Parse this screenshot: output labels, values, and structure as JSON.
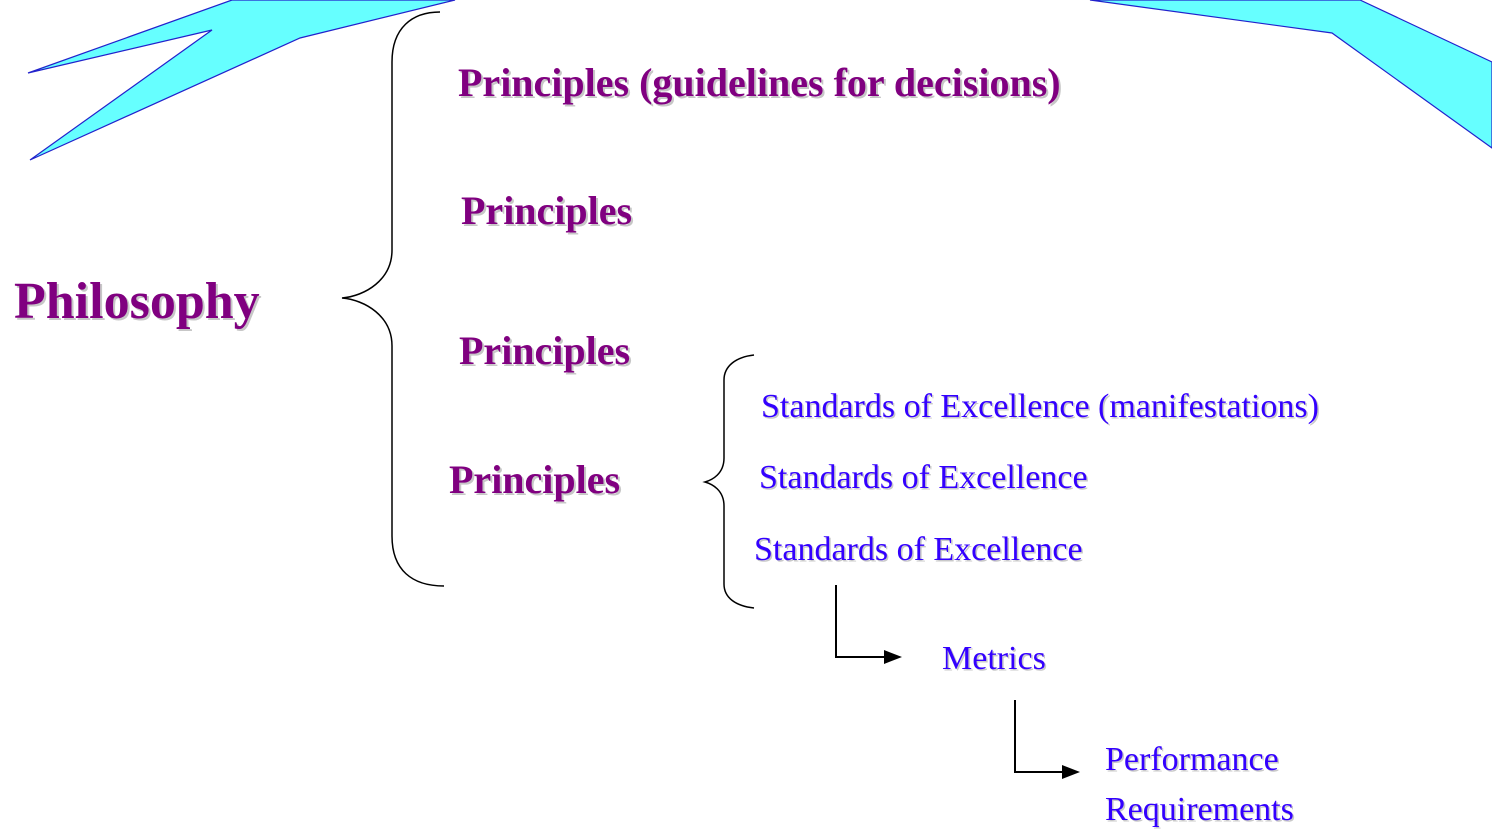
{
  "root": {
    "label": "Philosophy"
  },
  "principles": [
    "Principles (guidelines for decisions)",
    "Principles",
    "Principles",
    "Principles"
  ],
  "standards": [
    "Standards of Excellence  (manifestations)",
    "Standards of Excellence",
    "Standards of Excellence"
  ],
  "metrics": {
    "label": "Metrics"
  },
  "performance": {
    "line1": "Performance",
    "line2": "Requirements"
  },
  "colors": {
    "heading": "#800080",
    "secondary": "#3300ff",
    "decoration_fill": "#66ffff",
    "decoration_stroke": "#2222cc"
  }
}
